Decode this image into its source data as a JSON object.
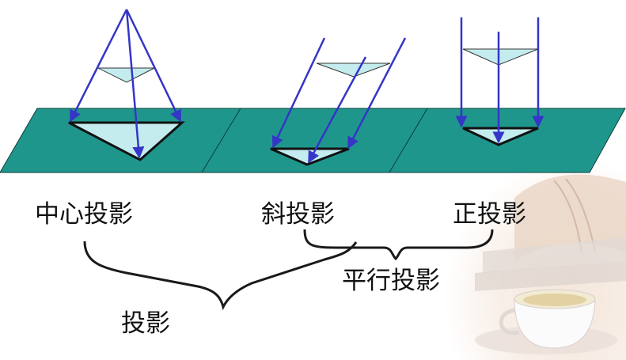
{
  "labels": {
    "central": "中心投影",
    "oblique": "斜投影",
    "orthographic": "正投影",
    "parallel": "平行投影",
    "projection": "投影"
  },
  "colors": {
    "plane": "#1f968c",
    "plane_edge": "#0a3f3a",
    "ray": "#3535c8",
    "triangle_fill": "#c4ecee",
    "outline": "#111111",
    "bracket": "#1a1a1a"
  },
  "decor_icons": [
    "open-book-icon",
    "tea-cup-icon"
  ]
}
